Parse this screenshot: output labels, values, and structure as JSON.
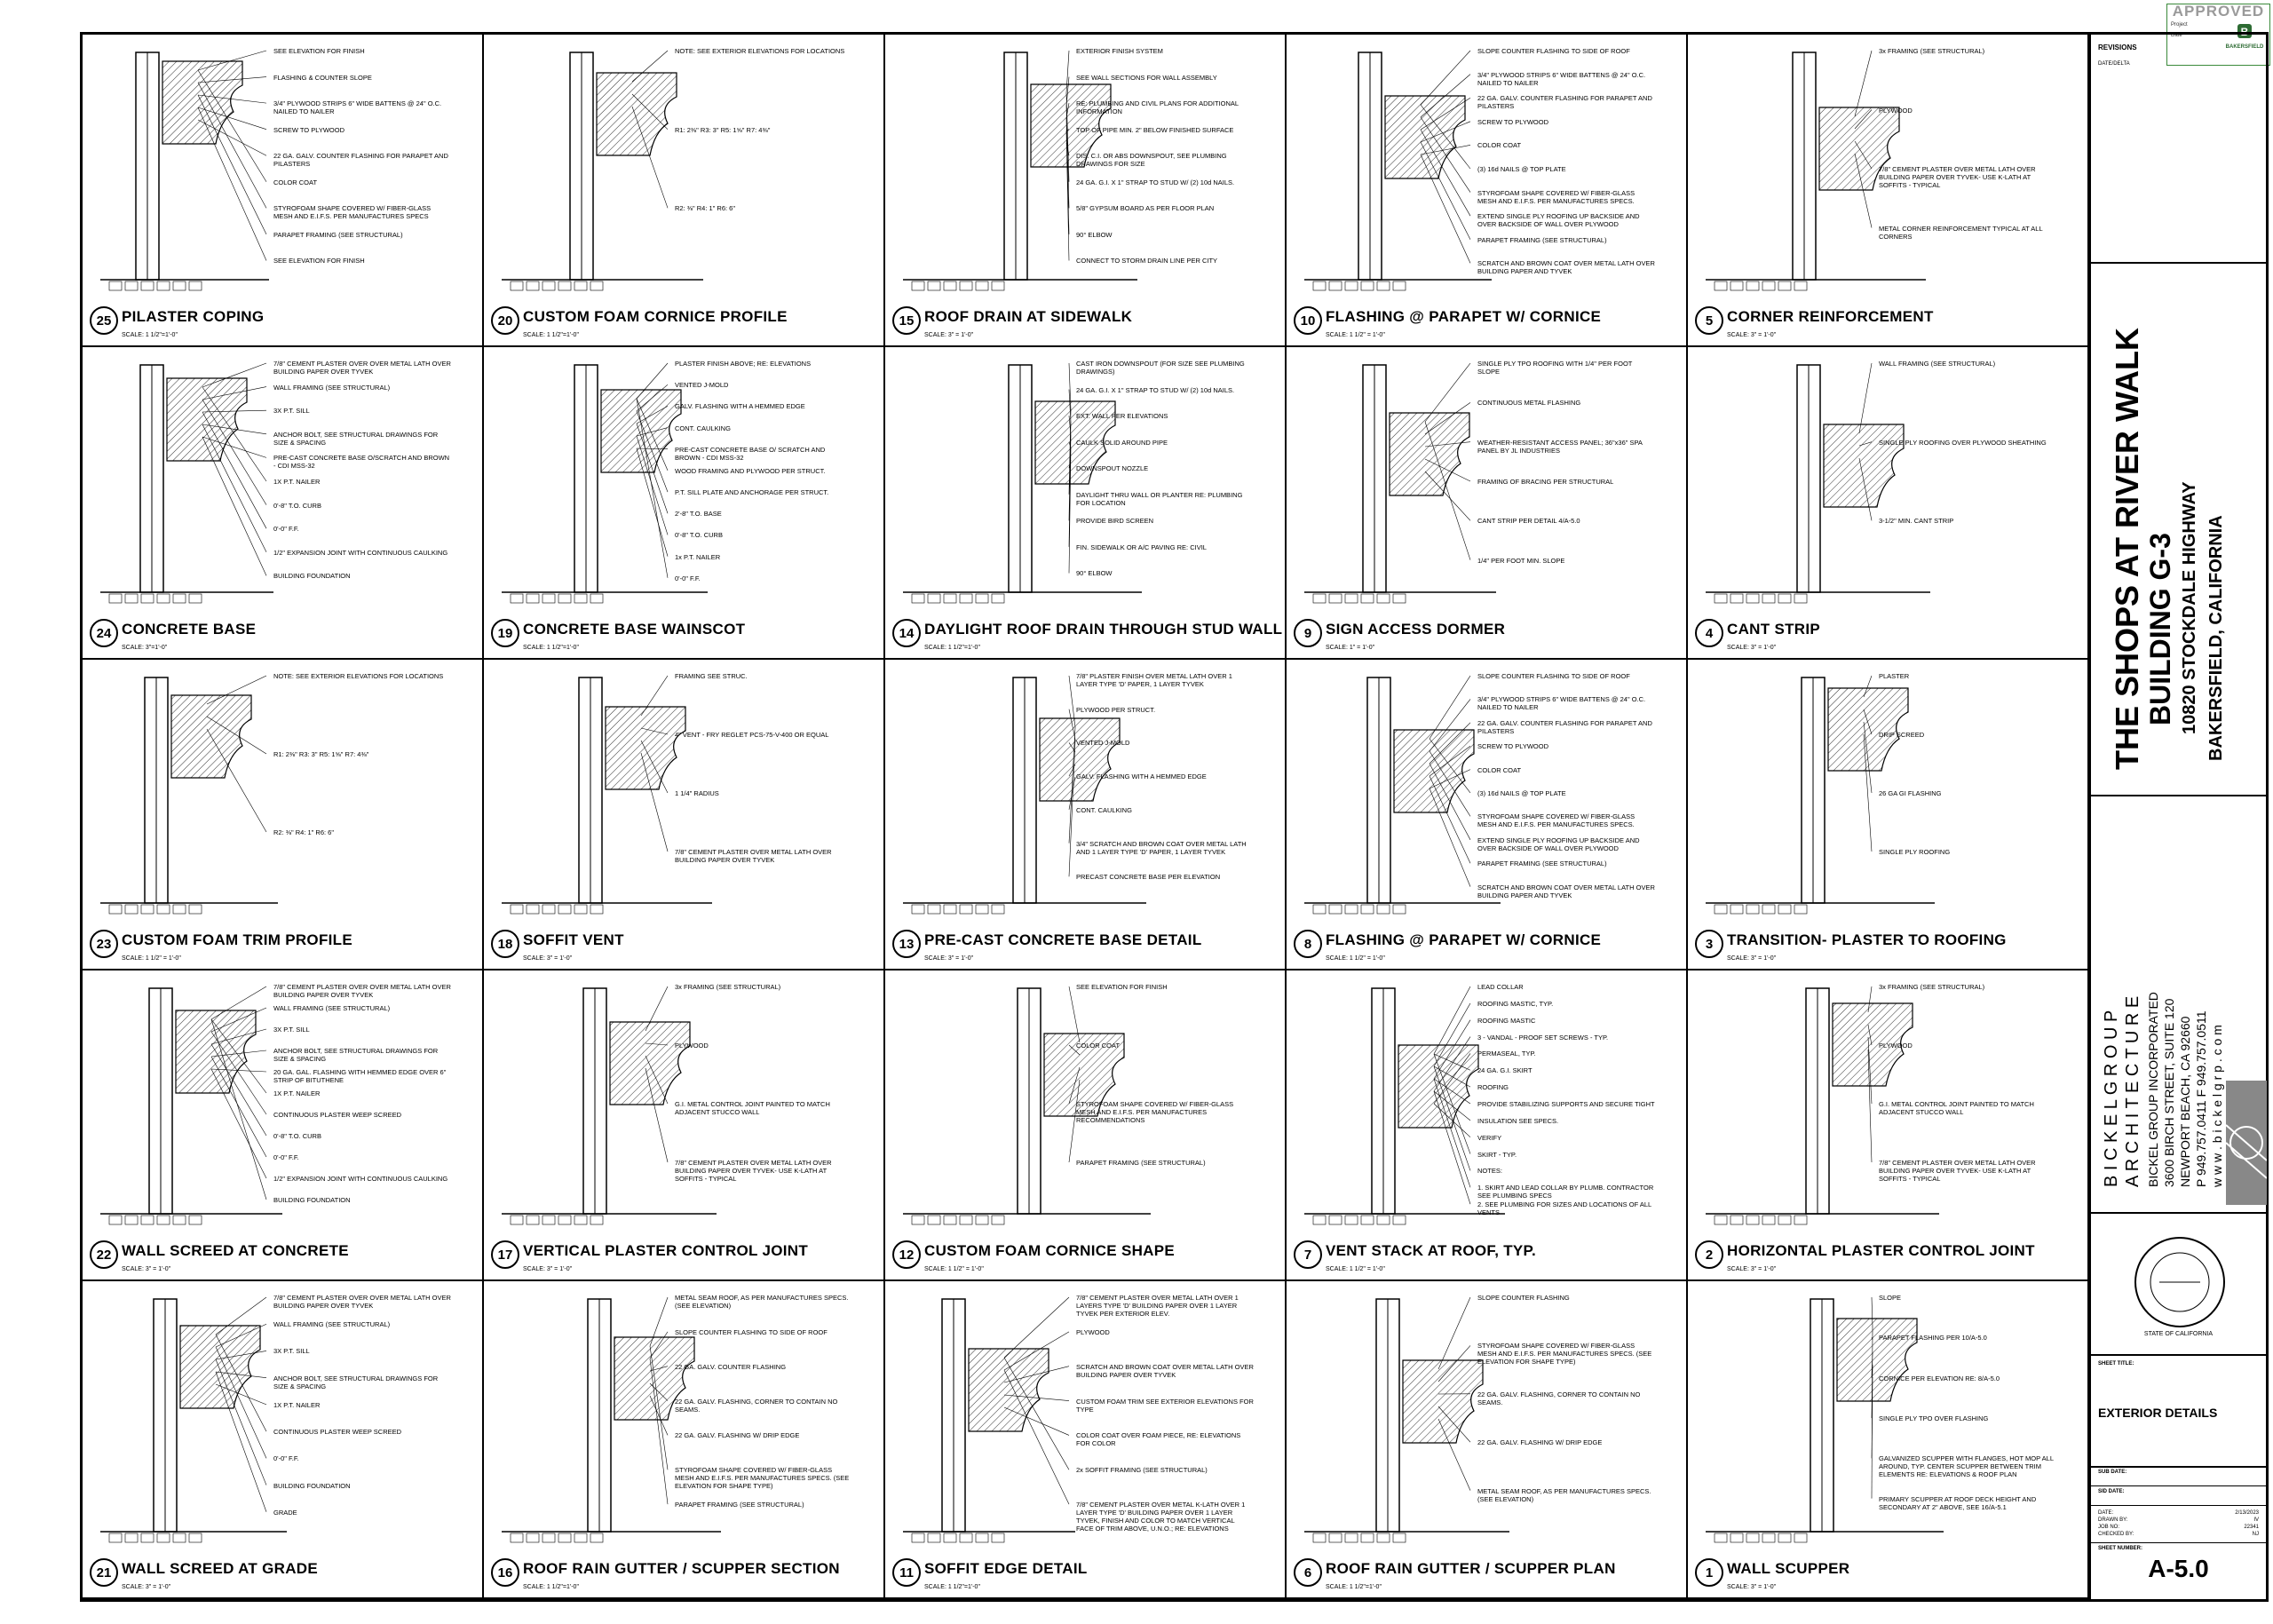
{
  "stamp": {
    "approved": "APPROVED",
    "brand": "BAKERSFIELD",
    "field1": "Project",
    "field2": "Date"
  },
  "revisions": {
    "title": "REVISIONS",
    "col": "DATE/DELTA"
  },
  "project": {
    "line1": "THE SHOPS AT RIVER WALK",
    "line2": "BUILDING G-3",
    "line3": "10820 STOCKDALE HIGHWAY",
    "line4": "BAKERSFIELD, CALIFORNIA"
  },
  "firm": {
    "line1": "B I C K E L   G R O U P",
    "line2": "A R C H I T E C T U R E",
    "line3": "BICKEL GROUP INCORPORATED",
    "line4": "3600 BIRCH STREET, SUITE 120",
    "line5": "NEWPORT BEACH, CA 92660",
    "line6": "P 949.757.0411 F 949.757.0511",
    "line7": "w w w . b i c k e l g r p . c o m"
  },
  "seal": {
    "text": "STATE OF CALIFORNIA"
  },
  "sheet": {
    "title_label": "SHEET TITLE:",
    "title": "EXTERIOR DETAILS",
    "sub_label": "SUB DATE:",
    "sid_label": "SID DATE:",
    "date_label": "DATE:",
    "date": "2/13/2023",
    "drawn_label": "DRAWN BY:",
    "drawn": "IV",
    "job_label": "JOB NO:",
    "job": "22341",
    "checked_label": "CHECKED BY:",
    "checked": "NJ",
    "number_label": "SHEET NUMBER:",
    "number": "A-5.0"
  },
  "details": [
    {
      "n": "25",
      "t": "PILASTER COPING",
      "s": "SCALE: 1 1/2\"=1'-0\"",
      "notes": [
        "SEE ELEVATION FOR FINISH",
        "FLASHING & COUNTER SLOPE",
        "3/4\" PLYWOOD STRIPS 6\" WIDE BATTENS @ 24\" O.C. NAILED TO NAILER",
        "SCREW TO PLYWOOD",
        "22 GA. GALV. COUNTER FLASHING FOR PARAPET AND PILASTERS",
        "COLOR COAT",
        "STYROFOAM SHAPE COVERED W/ FIBER-GLASS MESH AND E.I.F.S. PER MANUFACTURES SPECS",
        "PARAPET FRAMING (SEE STRUCTURAL)",
        "SEE ELEVATION FOR FINISH"
      ]
    },
    {
      "n": "20",
      "t": "CUSTOM FOAM CORNICE PROFILE",
      "s": "SCALE: 1 1/2\"=1'-0\"",
      "notes": [
        "NOTE: SEE EXTERIOR ELEVATIONS FOR LOCATIONS",
        "R1: 2⅜\"  R3: 3\"  R5: 1⅝\"  R7: 4⅜\"",
        "R2: ⅜\"  R4: 1\"  R6: 6\""
      ]
    },
    {
      "n": "15",
      "t": "ROOF DRAIN AT SIDEWALK",
      "s": "SCALE: 3\" = 1'-0\"",
      "notes": [
        "EXTERIOR FINISH SYSTEM",
        "SEE WALL SECTIONS FOR WALL ASSEMBLY",
        "RE: PLUMBING AND CIVIL PLANS FOR ADDITIONAL INFORMATION",
        "TOP OF PIPE MIN. 2\" BELOW FINISHED SURFACE",
        "DIS. C.I. OR ABS DOWNSPOUT, SEE PLUMBING DRAWINGS FOR SIZE",
        "24 GA. G.I. X 1\" STRAP TO STUD W/ (2) 10d NAILS.",
        "5/8\" GYPSUM BOARD AS PER FLOOR PLAN",
        "90° ELBOW",
        "CONNECT TO STORM DRAIN LINE PER CITY"
      ]
    },
    {
      "n": "10",
      "t": "FLASHING @ PARAPET W/ CORNICE",
      "s": "SCALE: 1 1/2\" = 1'-0\"",
      "notes": [
        "SLOPE COUNTER FLASHING TO SIDE OF ROOF",
        "3/4\" PLYWOOD STRIPS 6\" WIDE BATTENS @ 24\" O.C. NAILED TO NAILER",
        "22 GA. GALV. COUNTER FLASHING FOR PARAPET AND PILASTERS",
        "SCREW TO PLYWOOD",
        "COLOR COAT",
        "(3) 16d NAILS @ TOP PLATE",
        "STYROFOAM SHAPE COVERED W/ FIBER-GLASS MESH AND E.I.F.S. PER MANUFACTURES SPECS.",
        "EXTEND SINGLE PLY ROOFING UP BACKSIDE AND OVER BACKSIDE OF WALL OVER PLYWOOD",
        "PARAPET FRAMING (SEE STRUCTURAL)",
        "SCRATCH AND BROWN COAT OVER METAL LATH OVER BUILDING PAPER AND TYVEK"
      ]
    },
    {
      "n": "5",
      "t": "CORNER REINFORCEMENT",
      "s": "SCALE: 3\" = 1'-0\"",
      "notes": [
        "3x FRAMING (SEE STRUCTURAL)",
        "PLYWOOD",
        "7/8\" CEMENT PLASTER OVER METAL LATH OVER BUILDING PAPER OVER TYVEK- USE K-LATH AT SOFFITS - TYPICAL",
        "METAL CORNER REINFORCEMENT TYPICAL AT ALL CORNERS"
      ]
    },
    {
      "n": "24",
      "t": "CONCRETE BASE",
      "s": "SCALE: 3\"=1'-0\"",
      "notes": [
        "7/8\" CEMENT PLASTER OVER OVER METAL LATH OVER BUILDING PAPER OVER TYVEK",
        "WALL FRAMING (SEE STRUCTURAL)",
        "3X P.T. SILL",
        "ANCHOR BOLT, SEE STRUCTURAL DRAWINGS FOR SIZE & SPACING",
        "PRE-CAST CONCRETE BASE O/SCRATCH AND BROWN - CDI MSS-32",
        "1X P.T. NAILER",
        "0'-8\" T.O. CURB",
        "0'-0\" F.F.",
        "1/2\" EXPANSION JOINT WITH CONTINUOUS CAULKING",
        "BUILDING FOUNDATION"
      ]
    },
    {
      "n": "19",
      "t": "CONCRETE BASE WAINSCOT",
      "s": "SCALE: 1 1/2\"=1'-0\"",
      "notes": [
        "PLASTER FINISH ABOVE; RE: ELEVATIONS",
        "VENTED J-MOLD",
        "GALV. FLASHING WITH A HEMMED EDGE",
        "CONT. CAULKING",
        "PRE-CAST CONCRETE BASE O/ SCRATCH AND BROWN - CDI MSS-32",
        "WOOD FRAMING AND PLYWOOD PER STRUCT.",
        "P.T. SILL PLATE AND ANCHORAGE PER STRUCT.",
        "2'-8\" T.O. BASE",
        "0'-8\" T.O. CURB",
        "1x P.T. NAILER",
        "0'-0\" F.F."
      ]
    },
    {
      "n": "14",
      "t": "DAYLIGHT ROOF DRAIN THROUGH STUD WALL",
      "s": "SCALE: 1 1/2\"=1'-0\"",
      "notes": [
        "CAST IRON DOWNSPOUT (FOR SIZE SEE PLUMBING DRAWINGS)",
        "24 GA. G.I. X 1\" STRAP TO STUD W/ (2) 10d NAILS.",
        "EXT. WALL PER ELEVATIONS",
        "CAULK SOLID AROUND PIPE",
        "DOWNSPOUT NOZZLE",
        "DAYLIGHT THRU WALL OR PLANTER RE: PLUMBING FOR LOCATION",
        "PROVIDE BIRD SCREEN",
        "FIN. SIDEWALK OR A/C PAVING RE: CIVIL",
        "90° ELBOW"
      ]
    },
    {
      "n": "9",
      "t": "SIGN ACCESS DORMER",
      "s": "SCALE: 1\" = 1'-0\"",
      "notes": [
        "SINGLE PLY TPO ROOFING WITH 1/4\" PER FOOT SLOPE",
        "CONTINUOUS METAL FLASHING",
        "WEATHER-RESISTANT ACCESS PANEL; 36\"x36\" SPA PANEL BY JL INDUSTRIES",
        "FRAMING OF BRACING PER STRUCTURAL",
        "CANT STRIP PER DETAIL 4/A-5.0",
        "1/4\" PER FOOT MIN. SLOPE"
      ]
    },
    {
      "n": "4",
      "t": "CANT STRIP",
      "s": "SCALE: 3\" = 1'-0\"",
      "notes": [
        "WALL FRAMING (SEE STRUCTURAL)",
        "SINGLE PLY ROOFING OVER PLYWOOD SHEATHING",
        "3-1/2\" MIN. CANT STRIP"
      ]
    },
    {
      "n": "23",
      "t": "CUSTOM FOAM TRIM PROFILE",
      "s": "SCALE: 1 1/2\" = 1'-0\"",
      "notes": [
        "NOTE: SEE EXTERIOR ELEVATIONS FOR LOCATIONS",
        "R1: 2⅜\"  R3: 3\"  R5: 1⅝\"  R7: 4⅜\"",
        "R2: ⅜\"  R4: 1\"  R6: 6\""
      ]
    },
    {
      "n": "18",
      "t": "SOFFIT VENT",
      "s": "SCALE: 3\" = 1'-0\"",
      "notes": [
        "FRAMING SEE STRUC.",
        "4\" VENT - FRY REGLET PCS-75-V-400 OR EQUAL",
        "1 1/4\" RADIUS",
        "7/8\" CEMENT PLASTER OVER METAL LATH OVER BUILDING PAPER OVER TYVEK"
      ]
    },
    {
      "n": "13",
      "t": "PRE-CAST CONCRETE BASE DETAIL",
      "s": "SCALE: 3\" = 1'-0\"",
      "notes": [
        "7/8\" PLASTER FINISH OVER METAL LATH OVER 1 LAYER TYPE 'D' PAPER, 1 LAYER TYVEK",
        "PLYWOOD PER STRUCT.",
        "VENTED J-MOLD",
        "GALV. FLASHING WITH A HEMMED EDGE",
        "CONT. CAULKING",
        "3/4\" SCRATCH AND BROWN COAT OVER METAL LATH AND 1 LAYER TYPE 'D' PAPER, 1 LAYER TYVEK",
        "PRECAST CONCRETE BASE PER ELEVATION"
      ]
    },
    {
      "n": "8",
      "t": "FLASHING @ PARAPET W/ CORNICE",
      "s": "SCALE: 1 1/2\" = 1'-0\"",
      "notes": [
        "SLOPE COUNTER FLASHING TO SIDE OF ROOF",
        "3/4\" PLYWOOD STRIPS 6\" WIDE BATTENS @ 24\" O.C. NAILED TO NAILER",
        "22 GA. GALV. COUNTER FLASHING FOR PARAPET AND PILASTERS",
        "SCREW TO PLYWOOD",
        "COLOR COAT",
        "(3) 16d NAILS @ TOP PLATE",
        "STYROFOAM SHAPE COVERED W/ FIBER-GLASS MESH AND E.I.F.S. PER MANUFACTURES SPECS.",
        "EXTEND SINGLE PLY ROOFING UP BACKSIDE AND OVER BACKSIDE OF WALL OVER PLYWOOD",
        "PARAPET FRAMING (SEE STRUCTURAL)",
        "SCRATCH AND BROWN COAT OVER METAL LATH OVER BUILDING PAPER AND TYVEK"
      ]
    },
    {
      "n": "3",
      "t": "TRANSITION- PLASTER TO ROOFING",
      "s": "SCALE: 3\" = 1'-0\"",
      "notes": [
        "PLASTER",
        "DRIP SCREED",
        "26 GA GI FLASHING",
        "SINGLE PLY ROOFING"
      ]
    },
    {
      "n": "22",
      "t": "WALL SCREED AT CONCRETE",
      "s": "SCALE: 3\" = 1'-0\"",
      "notes": [
        "7/8\" CEMENT PLASTER OVER OVER METAL LATH OVER BUILDING PAPER OVER TYVEK",
        "WALL FRAMING (SEE STRUCTURAL)",
        "3X P.T. SILL",
        "ANCHOR BOLT, SEE STRUCTURAL DRAWINGS FOR SIZE & SPACING",
        "20 GA. GAL. FLASHING WITH HEMMED EDGE OVER 6\" STRIP OF BITUTHENE",
        "1X P.T. NAILER",
        "CONTINUOUS PLASTER WEEP SCREED",
        "0'-8\" T.O. CURB",
        "0'-0\" F.F.",
        "1/2\" EXPANSION JOINT WITH CONTINUOUS CAULKING",
        "BUILDING FOUNDATION"
      ]
    },
    {
      "n": "17",
      "t": "VERTICAL PLASTER CONTROL JOINT",
      "s": "SCALE: 3\" = 1'-0\"",
      "notes": [
        "3x FRAMING (SEE STRUCTURAL)",
        "PLYWOOD",
        "G.I. METAL CONTROL JOINT PAINTED TO MATCH ADJACENT STUCCO WALL",
        "7/8\" CEMENT PLASTER OVER METAL LATH OVER BUILDING PAPER OVER TYVEK- USE K-LATH AT SOFFITS - TYPICAL"
      ]
    },
    {
      "n": "12",
      "t": "CUSTOM FOAM CORNICE SHAPE",
      "s": "SCALE: 1 1/2\" = 1'-0\"",
      "notes": [
        "SEE ELEVATION FOR FINISH",
        "COLOR COAT",
        "STYROFOAM SHAPE COVERED W/ FIBER-GLASS MESH AND E.I.F.S. PER MANUFACTURES RECOMMENDATIONS",
        "PARAPET FRAMING (SEE STRUCTURAL)"
      ]
    },
    {
      "n": "7",
      "t": "VENT STACK AT ROOF, TYP.",
      "s": "SCALE: 1 1/2\" = 1'-0\"",
      "notes": [
        "LEAD COLLAR",
        "ROOFING MASTIC, TYP.",
        "ROOFING MASTIC",
        "3 - VANDAL - PROOF SET SCREWS - TYP.",
        "PERMASEAL, TYP.",
        "24 GA. G.I. SKIRT",
        "ROOFING",
        "PROVIDE STABILIZING SUPPORTS AND SECURE TIGHT",
        "INSULATION SEE SPECS.",
        "VERIFY",
        "SKIRT - TYP.",
        "NOTES:",
        "1. SKIRT AND LEAD COLLAR BY PLUMB. CONTRACTOR SEE PLUMBING SPECS",
        "2. SEE PLUMBING FOR SIZES AND LOCATIONS OF ALL VENTS"
      ]
    },
    {
      "n": "2",
      "t": "HORIZONTAL PLASTER CONTROL JOINT",
      "s": "SCALE: 3\" = 1'-0\"",
      "notes": [
        "3x FRAMING (SEE STRUCTURAL)",
        "PLYWOOD",
        "G.I. METAL CONTROL JOINT PAINTED TO MATCH ADJACENT STUCCO WALL",
        "7/8\" CEMENT PLASTER OVER METAL LATH OVER BUILDING PAPER OVER TYVEK- USE K-LATH AT SOFFITS - TYPICAL"
      ]
    },
    {
      "n": "21",
      "t": "WALL SCREED AT GRADE",
      "s": "SCALE: 3\" = 1'-0\"",
      "notes": [
        "7/8\" CEMENT PLASTER OVER OVER METAL LATH OVER BUILDING PAPER OVER TYVEK",
        "WALL FRAMING (SEE STRUCTURAL)",
        "3X P.T. SILL",
        "ANCHOR BOLT, SEE STRUCTURAL DRAWINGS FOR SIZE & SPACING",
        "1X P.T. NAILER",
        "CONTINUOUS PLASTER WEEP SCREED",
        "0'-0\" F.F.",
        "BUILDING FOUNDATION",
        "GRADE"
      ]
    },
    {
      "n": "16",
      "t": "ROOF RAIN GUTTER / SCUPPER SECTION",
      "s": "SCALE: 1 1/2\"=1'-0\"",
      "notes": [
        "METAL SEAM ROOF, AS PER MANUFACTURES SPECS. (SEE ELEVATION)",
        "SLOPE COUNTER FLASHING TO SIDE OF ROOF",
        "22 GA. GALV. COUNTER FLASHING",
        "22 GA. GALV. FLASHING, CORNER TO CONTAIN NO SEAMS.",
        "22 GA. GALV. FLASHING W/ DRIP EDGE",
        "STYROFOAM SHAPE COVERED W/ FIBER-GLASS MESH AND E.I.F.S. PER MANUFACTURES SPECS. (SEE ELEVATION FOR SHAPE TYPE)",
        "PARAPET FRAMING (SEE STRUCTURAL)"
      ]
    },
    {
      "n": "11",
      "t": "SOFFIT EDGE DETAIL",
      "s": "SCALE: 1 1/2\"=1'-0\"",
      "notes": [
        "7/8\" CEMENT PLASTER OVER METAL LATH OVER 1 LAYERS TYPE 'D' BUILDING PAPER OVER 1 LAYER TYVEK PER EXTERIOR ELEV.",
        "PLYWOOD",
        "SCRATCH AND BROWN COAT OVER METAL LATH OVER BUILDING PAPER OVER TYVEK",
        "CUSTOM FOAM TRIM SEE EXTERIOR ELEVATIONS FOR TYPE",
        "COLOR COAT OVER FOAM PIECE, RE: ELEVATIONS FOR COLOR",
        "2x SOFFIT FRAMING (SEE STRUCTURAL)",
        "7/8\" CEMENT PLASTER OVER METAL K-LATH OVER 1 LAYER TYPE 'D' BUILDING PAPER OVER 1 LAYER TYVEK, FINISH AND COLOR TO MATCH VERTICAL FACE OF TRIM ABOVE, U.N.O.; RE: ELEVATIONS"
      ]
    },
    {
      "n": "6",
      "t": "ROOF RAIN GUTTER / SCUPPER PLAN",
      "s": "SCALE: 1 1/2\"=1'-0\"",
      "notes": [
        "SLOPE COUNTER FLASHING",
        "STYROFOAM SHAPE COVERED W/ FIBER-GLASS MESH AND E.I.F.S. PER MANUFACTURES SPECS. (SEE ELEVATION FOR SHAPE TYPE)",
        "22 GA. GALV. FLASHING, CORNER TO CONTAIN NO SEAMS.",
        "22 GA. GALV. FLASHING W/ DRIP EDGE",
        "METAL SEAM ROOF, AS PER MANUFACTURES SPECS. (SEE ELEVATION)"
      ]
    },
    {
      "n": "1",
      "t": "WALL SCUPPER",
      "s": "SCALE: 3\" = 1'-0\"",
      "notes": [
        "SLOPE",
        "PARAPET FLASHING PER 10/A-5.0",
        "CORNICE PER ELEVATION RE: 8/A-5.0",
        "SINGLE PLY TPO OVER FLASHING",
        "GALVANIZED SCUPPER WITH FLANGES, HOT MOP ALL AROUND, TYP. CENTER SCUPPER BETWEEN TRIM ELEMENTS RE: ELEVATIONS & ROOF PLAN",
        "PRIMARY SCUPPER AT ROOF DECK HEIGHT AND SECONDARY AT 2\" ABOVE, SEE 16/A-5.1"
      ]
    }
  ]
}
